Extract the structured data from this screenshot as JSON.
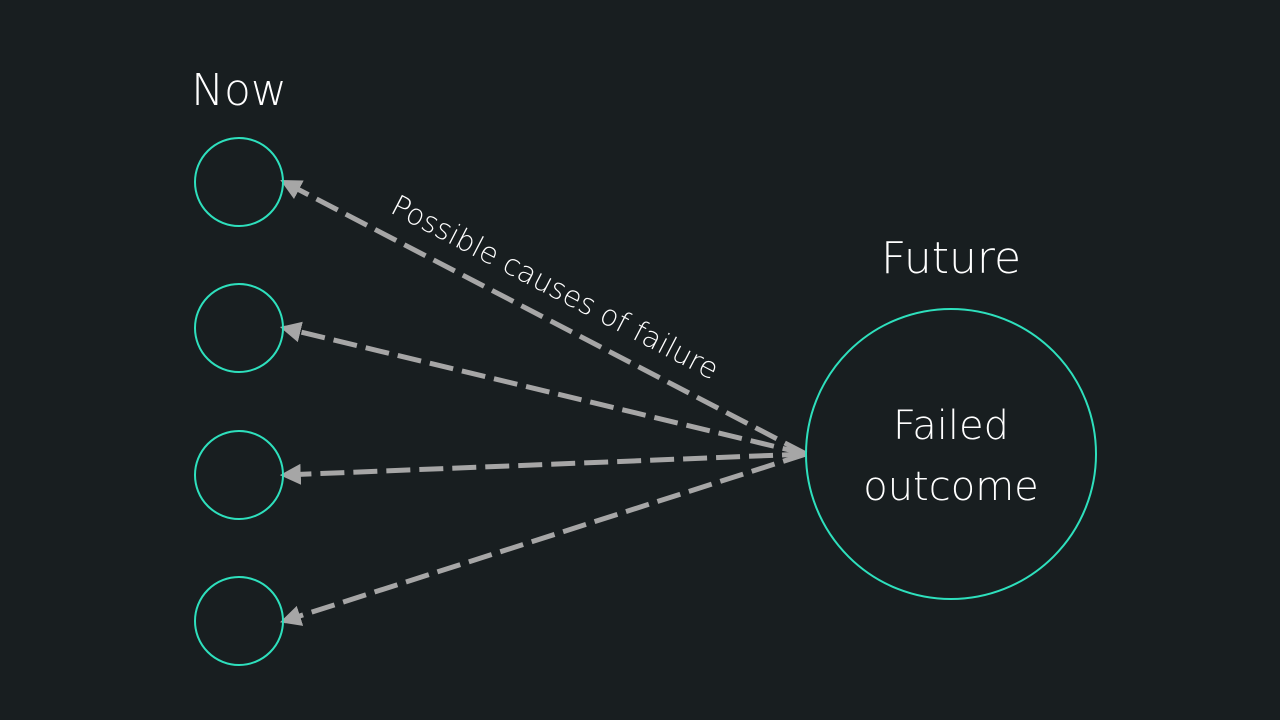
{
  "diagram": {
    "now_label": "Now",
    "future_label": "Future",
    "outcome_line1": "Failed",
    "outcome_line2": "outcome",
    "edge_label": "Possible causes of failure",
    "node_count": 4
  },
  "colors": {
    "background": "#181e20",
    "node_stroke": "#2ee0bd",
    "arrow": "#a6a6a6",
    "text": "#ffffff"
  }
}
